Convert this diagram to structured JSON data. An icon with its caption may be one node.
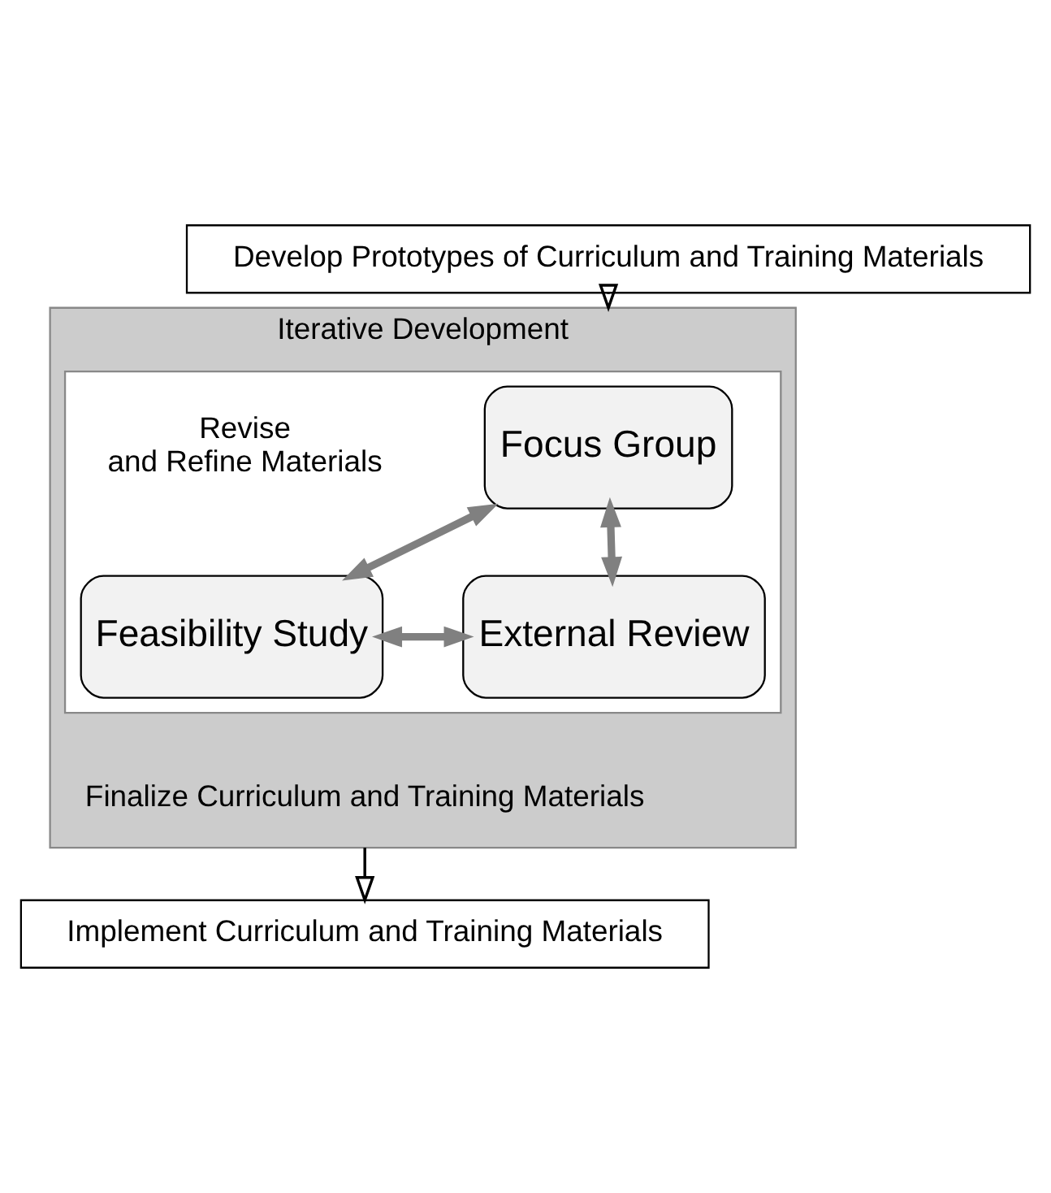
{
  "diagram": {
    "nodes": [
      {
        "text": [
          "Develop Prototypes of Curriculum and Training Materials"
        ]
      },
      {
        "text": [
          "Iterative Development",
          "Finalize Curriculum and Training Materials"
        ]
      },
      {
        "text": [],
        "shape": "box",
        "in": 1
      },
      {
        "text": [
          "Focus Group"
        ],
        "in": 2
      },
      {
        "text": [
          "Feasibility Study"
        ],
        "in": 2
      },
      {
        "text": [
          "External Review"
        ],
        "in": 2
      },
      {
        "text": [
          "Implement Curriculum and Training Materials"
        ]
      }
    ],
    "edges": [
      {
        "from": 0,
        "to": 1,
        "arrow": "to",
        "color": "#000000"
      },
      {
        "from": 3,
        "to": 4,
        "arrow": "both"
      },
      {
        "from": 3,
        "to": 5,
        "arrow": "both"
      },
      {
        "from": 4,
        "to": 5,
        "arrow": "both"
      },
      {
        "from": 1,
        "to": 6,
        "arrow": "to",
        "color": "#000000"
      }
    ],
    "labels": [
      "Revise and Refine Materials"
    ]
  }
}
